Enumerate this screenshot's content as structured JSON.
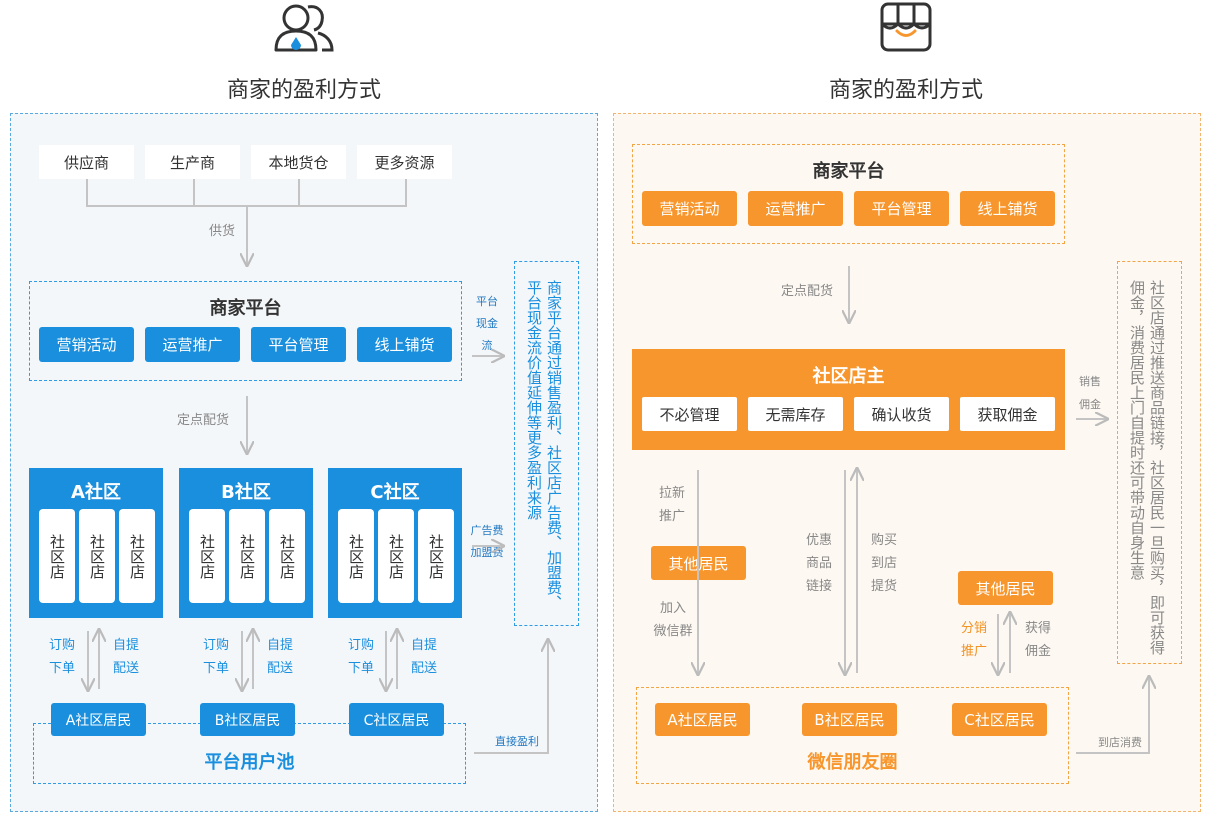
{
  "left": {
    "heading": "商家的盈利方式",
    "icon": "users-icon",
    "suppliers": [
      "供应商",
      "生产商",
      "本地货仓",
      "更多资源"
    ],
    "supply_label": "供货",
    "platform": {
      "title": "商家平台",
      "buttons": [
        "营销活动",
        "运营推广",
        "平台管理",
        "线上铺货"
      ]
    },
    "dispatch_label": "定点配货",
    "communities": [
      {
        "title": "A社区",
        "stores": [
          "社区店",
          "社区店",
          "社区店"
        ],
        "order": "订购\n下单",
        "pickup": "自提\n配送",
        "resident": "A社区居民"
      },
      {
        "title": "B社区",
        "stores": [
          "社区店",
          "社区店",
          "社区店"
        ],
        "order": "订购\n下单",
        "pickup": "自提\n配送",
        "resident": "B社区居民"
      },
      {
        "title": "C社区",
        "stores": [
          "社区店",
          "社区店",
          "社区店"
        ],
        "order": "订购\n下单",
        "pickup": "自提\n配送",
        "resident": "C社区居民"
      }
    ],
    "pool_title": "平台用户池",
    "cashflow_label": "平台\n现金\n流",
    "fees_label": "广告费\n加盟费",
    "direct_profit_label": "直接盈利",
    "profit_text": "商家平台通过销售盈利、社区店广告费、加盟费、平台现金流价值延伸等更多盈利来源"
  },
  "right": {
    "heading": "商家的盈利方式",
    "icon": "shop-icon",
    "platform": {
      "title": "商家平台",
      "buttons": [
        "营销活动",
        "运营推广",
        "平台管理",
        "线上铺货"
      ]
    },
    "dispatch_label": "定点配货",
    "owner": {
      "title": "社区店主",
      "buttons": [
        "不必管理",
        "无需库存",
        "确认收货",
        "获取佣金"
      ]
    },
    "sales_commission_label": "销售\n佣金",
    "promote_label": "拉新\n推广",
    "join_label": "加入\n微信群",
    "coupon_label": "优惠\n商品\n链接",
    "buy_label": "购买\n到店\n提货",
    "other_residents_1": "其他居民",
    "other_residents_2": "其他居民",
    "share_label": "分销\n推广",
    "earn_label": "获得\n佣金",
    "residents": [
      "A社区居民",
      "B社区居民",
      "C社区居民"
    ],
    "moments_title": "微信朋友圈",
    "instore_label": "到店消费",
    "commission_text": "社区店通过推送商品链接，社区居民一旦购买，即可获得佣金，消费居民上门自提时还可带动自身生意"
  },
  "colors": {
    "blue": "#1a8fde",
    "orange": "#f7962c",
    "left_bg": "#f4f7fa",
    "right_bg": "#fdf8f2"
  }
}
